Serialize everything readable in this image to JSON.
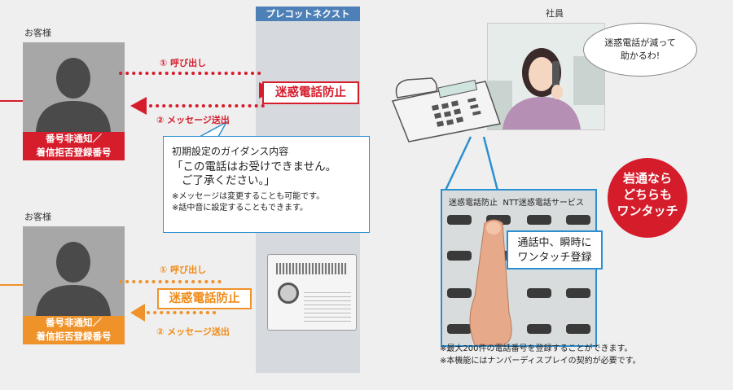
{
  "colors": {
    "red": "#d61d2c",
    "orange": "#f0922a",
    "blue": "#2b8fd0",
    "server": "#d6d9de",
    "serverHeader": "#4e80b8"
  },
  "server": {
    "title": "プレコットネクスト"
  },
  "employee": {
    "label": "社員",
    "speech": [
      "迷惑電話が減って",
      "助かるわ!"
    ]
  },
  "customers": [
    {
      "label": "お客様",
      "tag": [
        "番号非通知／",
        "着信拒否登録番号"
      ],
      "step1": "① 呼び出し",
      "step2": "② メッセージ送出",
      "block": "迷惑電話防止"
    },
    {
      "label": "お客様",
      "tag": [
        "番号非通知／",
        "着信拒否登録番号"
      ],
      "step1": "① 呼び出し",
      "step2": "② メッセージ送出",
      "block": "迷惑電話防止"
    }
  ],
  "guidance": {
    "title": "初期設定のガイダンス内容",
    "quote1": "「この電話はお受けできません。",
    "quote2": "ご了承ください。」",
    "note1": "※メッセージは変更することも可能です。",
    "note2": "※話中音に設定することもできます。"
  },
  "phone_panel": {
    "key1": "迷惑電話防止",
    "key2": "NTT迷惑電話サービス",
    "callout": [
      "通話中、瞬時に",
      "ワンタッチ登録"
    ]
  },
  "badge": [
    "岩通なら",
    "どちらも",
    "ワンタッチ"
  ],
  "notes": [
    "※最大200件の電話番号を登録することができます。",
    "※本機能にはナンバーディスプレイの契約が必要です。"
  ]
}
